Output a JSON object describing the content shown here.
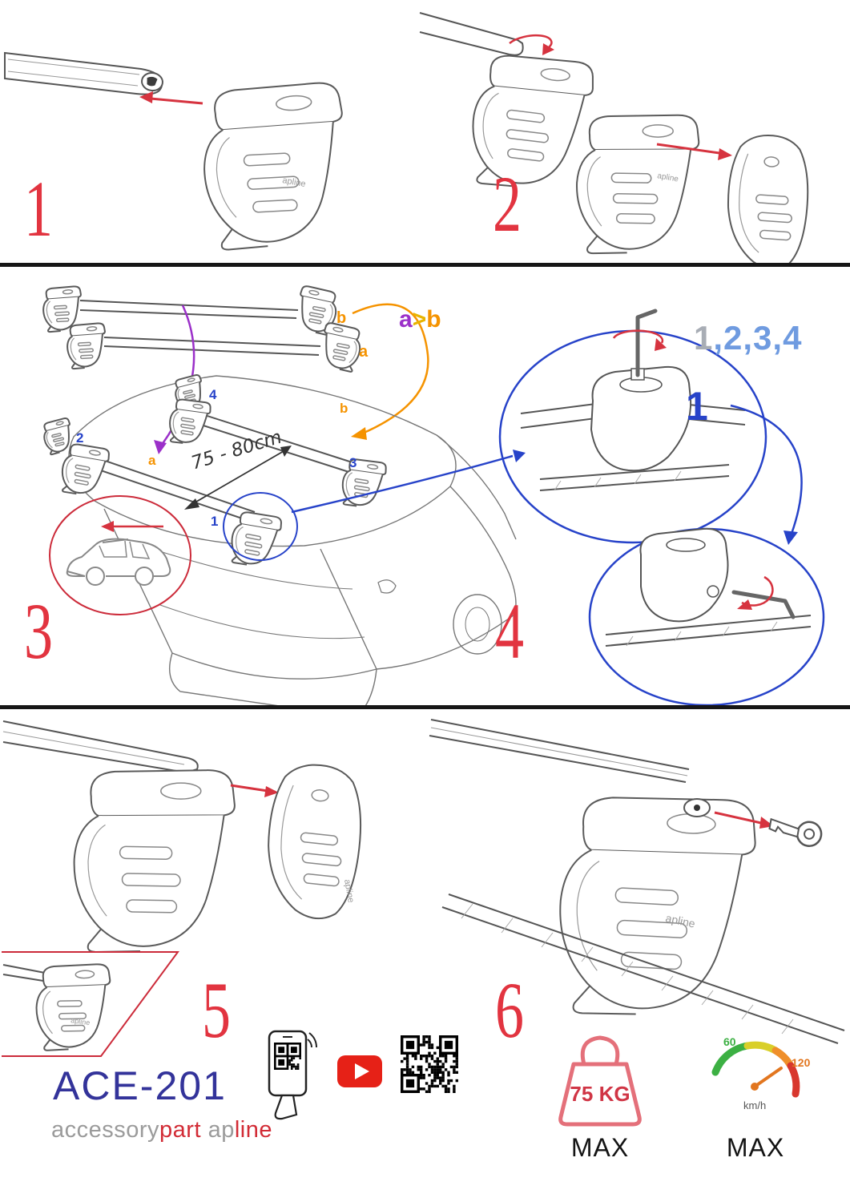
{
  "steps": {
    "s1": "1",
    "s2": "2",
    "s3": "3",
    "s4": "4",
    "s5": "5",
    "s6": "6"
  },
  "labels": {
    "ab_a": "a",
    "ab_gt": ">",
    "ab_b": "b",
    "bar_b": "b",
    "bar_a": "a",
    "order_first": "1",
    "order_rest": ",2,3,4",
    "callout_one": "1",
    "roof_pos2": "2",
    "roof_pos4": "4",
    "roof_a": "a",
    "roof_b": "b",
    "roof_pos1": "1",
    "roof_pos3": "3",
    "distance": "75 - 80cm"
  },
  "brand": {
    "model": "ACE-201",
    "name_gray": "accessory",
    "name_red": "part",
    "name2_gray": "ap",
    "name2_red": "line",
    "foot_logo": "apline"
  },
  "limits": {
    "weight_value": "75 KG",
    "weight_max": "MAX",
    "speed_low": "60",
    "speed_high": "120",
    "speed_unit": "km/h",
    "speed_max": "MAX"
  },
  "icons": {
    "phone_qr": "phone-qr-scan-icon",
    "youtube": "youtube-icon",
    "qr": "qr-code",
    "weight": "max-load-weight-icon",
    "speedometer": "max-speed-gauge-icon"
  }
}
